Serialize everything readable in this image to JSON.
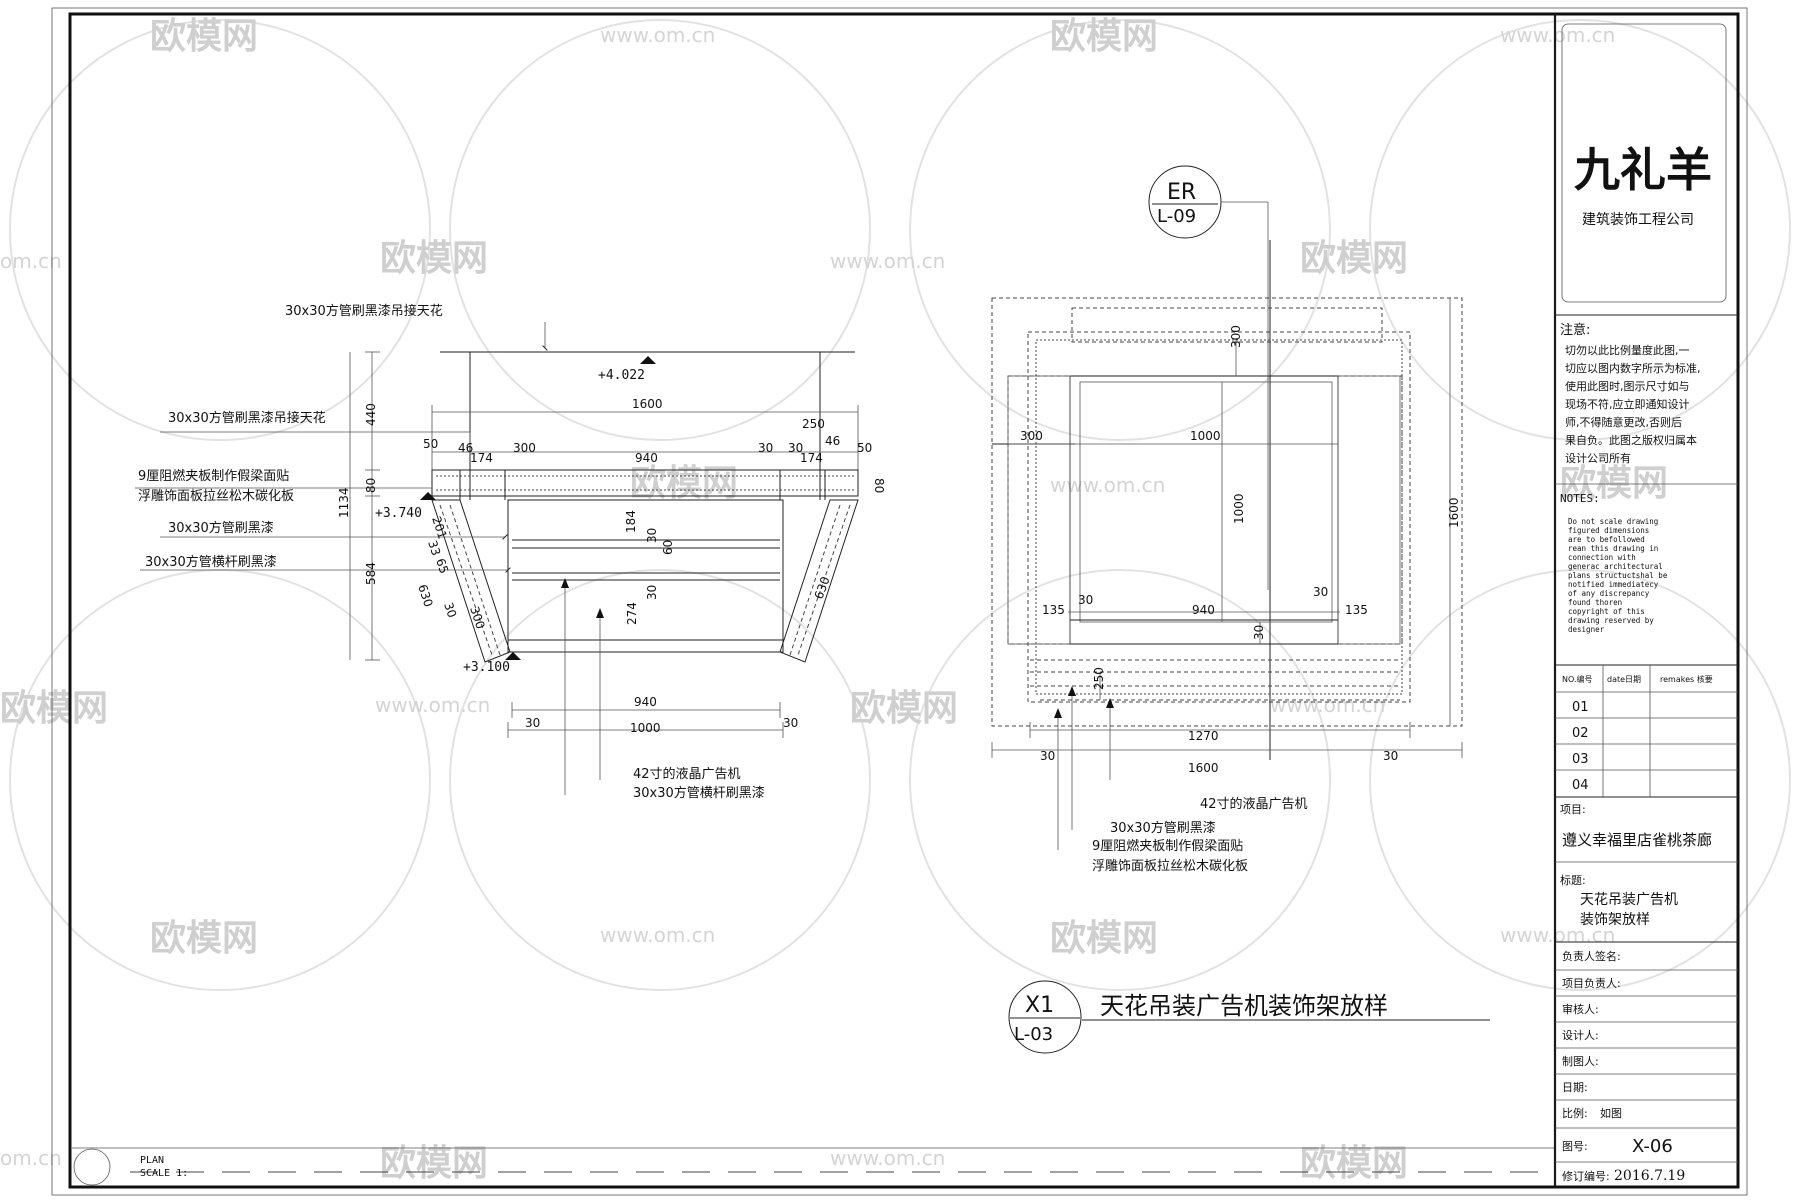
{
  "watermark": {
    "brand": "欧模网",
    "url": "www.om.cn",
    "url_short": "om.cn"
  },
  "left_view": {
    "labels": {
      "pipe_ceiling_top": "30x30方管刷黑漆吊接天花",
      "pipe_ceiling_mid": "30x30方管刷黑漆吊接天花",
      "plywood_1": "9厘阻燃夹板制作假梁面贴",
      "plywood_2": "浮雕饰面板拉丝松木碳化板",
      "pipe_black": "30x30方管刷黑漆",
      "pipe_cross": "30x30方管横杆刷黑漆",
      "lcd": "42寸的液晶广告机",
      "pipe_cross_bottom": "30x30方管横杆刷黑漆"
    },
    "levels": {
      "top": "+4.022",
      "mid": "+3.740",
      "bottom": "+3.100"
    },
    "dims": {
      "d1600": "1600",
      "d440": "440",
      "d50a": "50",
      "d46a": "46",
      "d174a": "174",
      "d300a": "300",
      "d940a": "940",
      "d30a": "30",
      "d30b": "30",
      "d174b": "174",
      "d46b": "46",
      "d250": "250",
      "d50b": "50",
      "d80a": "80",
      "d80b": "80",
      "d1134": "1134",
      "d184": "184",
      "d30c": "30",
      "d60": "60",
      "d274": "274",
      "d30d": "30",
      "d584": "584",
      "d201": "201",
      "d33": "33",
      "d65": "65",
      "d630a": "630",
      "d30e": "30",
      "d300b": "300",
      "d630b": "630",
      "d940b": "940",
      "d30f": "30",
      "d1000": "1000",
      "d30g": "30"
    }
  },
  "right_view": {
    "section_mark": {
      "top": "ER",
      "bottom": "L-09"
    },
    "labels": {
      "lcd": "42寸的液晶广告机",
      "pipe_black": "30x30方管刷黑漆",
      "plywood_1": "9厘阻燃夹板制作假梁面贴",
      "plywood_2": "浮雕饰面板拉丝松木碳化板"
    },
    "dims": {
      "d300top": "300",
      "d300left": "300",
      "d1000h": "1000",
      "d1000v": "1000",
      "d1600v": "1600",
      "d135a": "135",
      "d30a": "30",
      "d940": "940",
      "d30b": "30",
      "d135b": "135",
      "d30c": "30",
      "d250": "250",
      "d1270": "1270",
      "d30d": "30",
      "d1600h": "1600",
      "d30e": "30"
    }
  },
  "drawing_title": {
    "mark_top": "X1",
    "mark_bottom": "L-03",
    "text": "天花吊装广告机装饰架放样"
  },
  "footer": {
    "plan": "PLAN",
    "scale": "SCALE  1:"
  },
  "title_block": {
    "logo": "九礼羊",
    "company": "建筑装饰工程公司",
    "notes_cn_title": "注意:",
    "notes_cn": [
      "切勿以此比例量度此图,一",
      "切应以图内数字所示为标准,",
      "使用此图时,图示尺寸如与",
      "现场不符,应立即通知设计",
      "师,不得随意更改,否则后",
      "果自负。此图之版权归属本",
      "设计公司所有"
    ],
    "notes_en_title": "NOTES:",
    "notes_en": [
      "Do not scale drawing",
      "figured dimensions",
      "are to befollowed",
      "rean this drawing in",
      "connection with",
      "generac architectural",
      "plans structuctshal be",
      "notified immediatecy",
      "of any discrepancy",
      "found thoren",
      "copyright of this",
      "drawing reserved by",
      "designer"
    ],
    "revision_headers": [
      "NO.编号",
      "date日期",
      "remakes 核要"
    ],
    "revisions": [
      "01",
      "02",
      "03",
      "04"
    ],
    "project_label": "项目:",
    "project": "遵义幸福里店雀桃茶廊",
    "title_label": "标题:",
    "title_lines": [
      "天花吊装广告机",
      "装饰架放样"
    ],
    "fields": [
      "负责人签名:",
      "项目负责人:",
      "审核人:",
      "设计人:",
      "制图人:",
      "日期:",
      "比例:"
    ],
    "scale_value": "如图",
    "sheet_label": "图号:",
    "sheet_no": "X-06",
    "rev_label": "修订编号:",
    "rev_date": "2016.7.19"
  }
}
